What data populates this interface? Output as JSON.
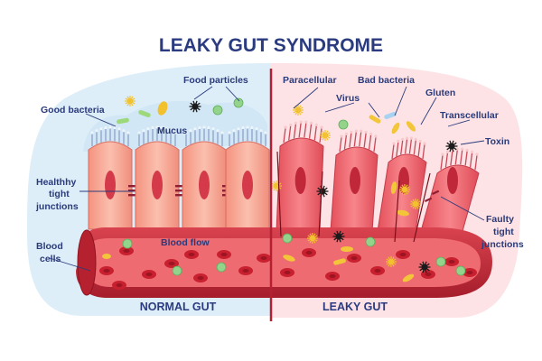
{
  "title": "LEAKY GUT SYNDROME",
  "sections": {
    "normal": "NORMAL GUT",
    "leaky": "LEAKY GUT"
  },
  "labels": {
    "good_bacteria": "Good bacteria",
    "food_particles": "Food particles",
    "mucus": "Mucus",
    "healthy_tight_junctions": [
      "Healthhy",
      "tight",
      "junctions"
    ],
    "blood_cells": [
      "Blood",
      "cells"
    ],
    "blood_flow": "Blood flow",
    "paracellular": "Paracellular",
    "virus": "Virus",
    "bad_bacteria": "Bad bacteria",
    "gluten": "Gluten",
    "transcellular": "Transcellular",
    "toxin": "Toxin",
    "faulty_tight_junctions": [
      "Faulty",
      "tight",
      "junctions"
    ]
  },
  "colors": {
    "title": "#2b3b80",
    "divider": "#b42032",
    "normal_bg": "#ddeef9",
    "leaky_bg": "#fde3e6",
    "vessel": "#c22a37",
    "vessel_inner": "#9c1d2a",
    "blood_cell": "#c8202f",
    "cell_normal": "#f6a99c",
    "cell_leaky": "#ee6a72",
    "nucleus": "#d43a4a",
    "mucus": "#cfe6f4",
    "good_bacteria": "#9dd87a",
    "food_particle": "#93d38c",
    "virus": "#f2c12e",
    "toxin": "#1b1b1b",
    "gluten": "#f3c63a"
  }
}
